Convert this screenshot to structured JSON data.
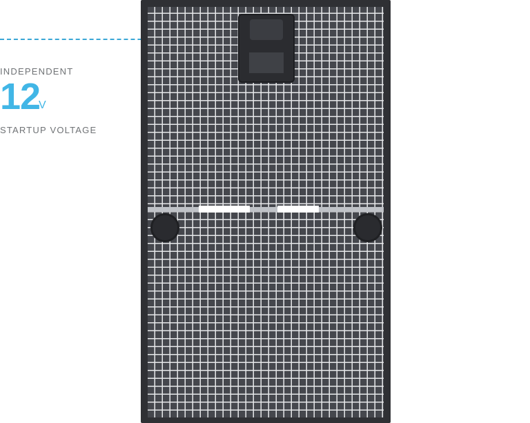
{
  "callout": {
    "label_top": "INDEPENDENT",
    "value": "12",
    "unit": "V",
    "label_bottom": "STARTUP VOLTAGE"
  },
  "colors": {
    "accent": "#41b6e6",
    "panel_frame": "#2f3034",
    "panel_cells": "#45474d"
  }
}
